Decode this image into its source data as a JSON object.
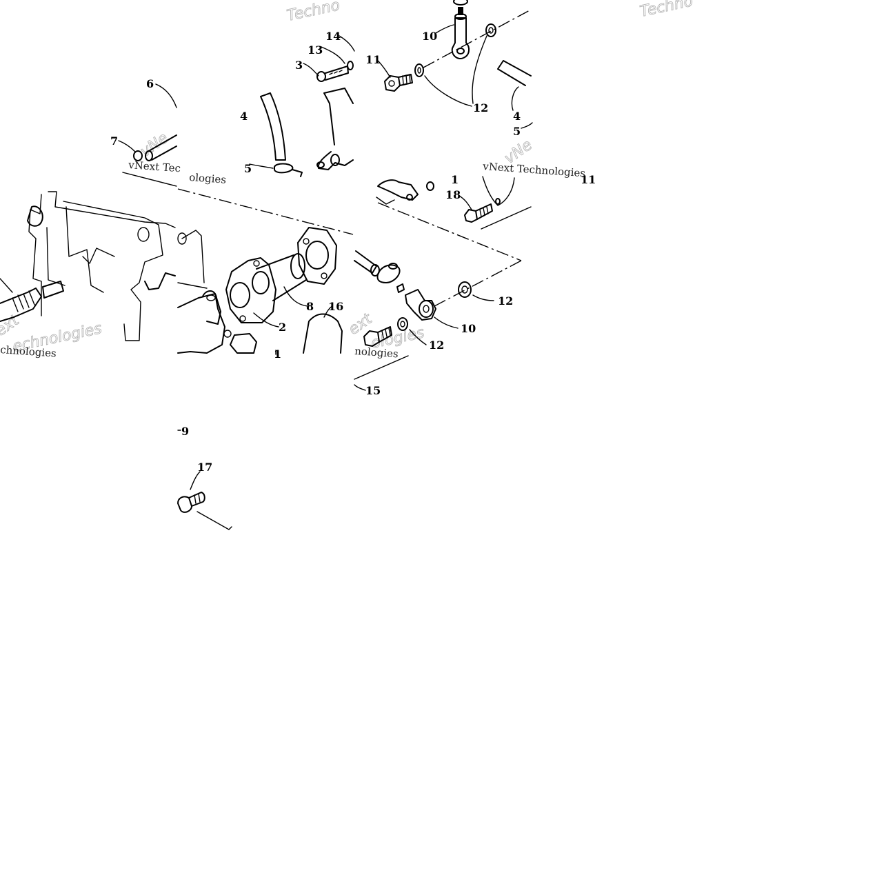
{
  "diagram": {
    "callouts": [
      {
        "id": "c-6",
        "label": "6"
      },
      {
        "id": "c-7",
        "label": "7"
      },
      {
        "id": "c-3",
        "label": "3"
      },
      {
        "id": "c-13",
        "label": "13"
      },
      {
        "id": "c-14",
        "label": "14"
      },
      {
        "id": "c-4a",
        "label": "4"
      },
      {
        "id": "c-5a",
        "label": "5"
      },
      {
        "id": "c-10a",
        "label": "10"
      },
      {
        "id": "c-11a",
        "label": "11"
      },
      {
        "id": "c-12a",
        "label": "12"
      },
      {
        "id": "c-4b",
        "label": "4"
      },
      {
        "id": "c-5b",
        "label": "5"
      },
      {
        "id": "c-1",
        "label": "1"
      },
      {
        "id": "c-18",
        "label": "18"
      },
      {
        "id": "c-11b",
        "label": "11"
      },
      {
        "id": "c-8",
        "label": "8"
      },
      {
        "id": "c-2",
        "label": "2"
      },
      {
        "id": "c-16",
        "label": "16"
      },
      {
        "id": "c-12b",
        "label": "12"
      },
      {
        "id": "c-10b",
        "label": "10"
      },
      {
        "id": "c-12c",
        "label": "12"
      },
      {
        "id": "c-15",
        "label": "15"
      },
      {
        "id": "c-9",
        "label": "9"
      },
      {
        "id": "c-17",
        "label": "17"
      },
      {
        "id": "c-1b",
        "label": "1"
      }
    ],
    "watermarks": {
      "brand_big": "Techno",
      "brand_big_2": "Techno",
      "vnext_1": "vNext Tec",
      "vnext_1b": "ologies",
      "vnext_2": "vNext Technologies",
      "vnext_diag_1": "vNe",
      "vnext_diag_2": "vNe",
      "wm_ext_1": "ext",
      "wm_ext_2": "ext",
      "wm_tech_1": "chnologies",
      "wm_tech_2": "ologies",
      "wm_tech_3": "nologies",
      "wm_tech_4": "echnologies"
    }
  }
}
